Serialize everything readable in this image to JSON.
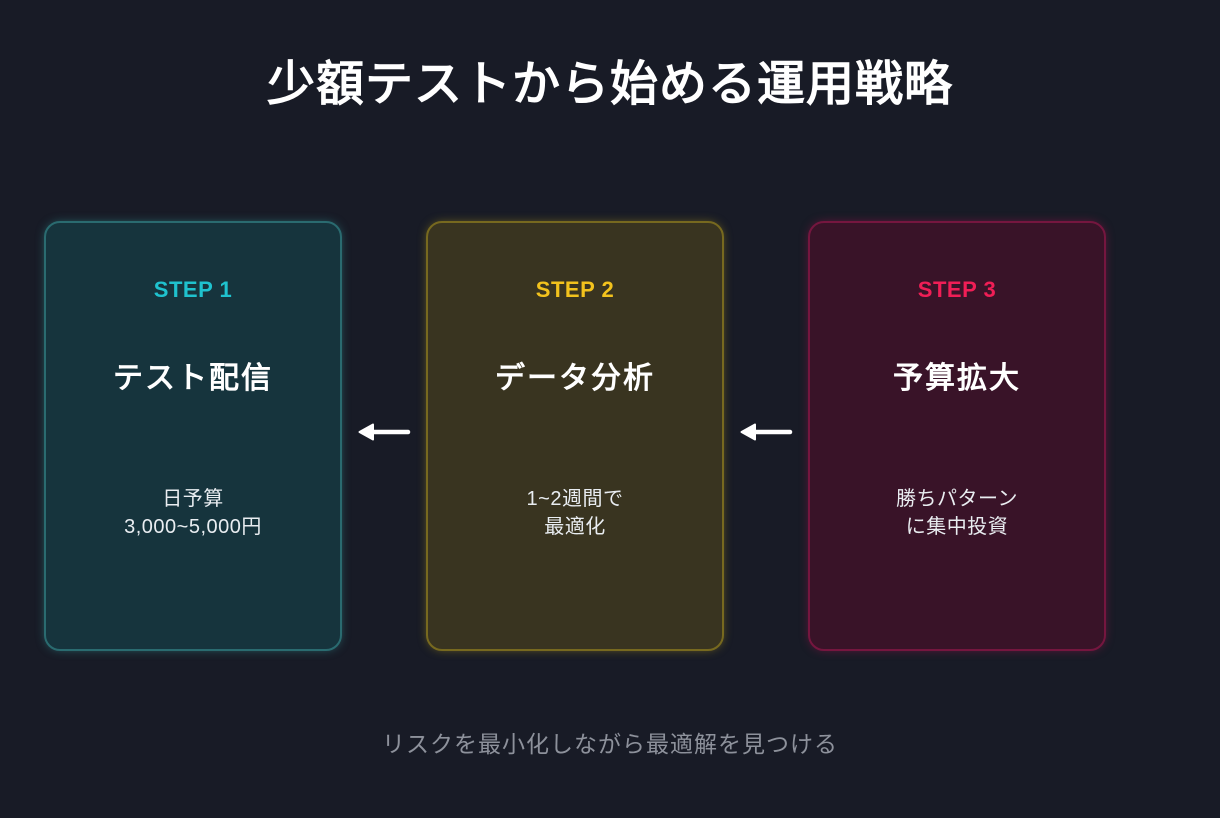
{
  "page": {
    "background": "#181b26",
    "title": "少額テストから始める運用戦略",
    "caption": "リスクを最小化しながら最適解を見つける"
  },
  "arrow": {
    "direction": "left",
    "color": "#ffffff"
  },
  "steps": [
    {
      "label": "STEP 1",
      "title": "テスト配信",
      "description": "日予算\n3,000~5,000円",
      "accent": "#1fc2ce",
      "card_bg": "#16343d",
      "border_color": "#2a6b70"
    },
    {
      "label": "STEP 2",
      "title": "データ分析",
      "description": "1~2週間で\n最適化",
      "accent": "#f2c21d",
      "card_bg": "#393420",
      "border_color": "#77691f"
    },
    {
      "label": "STEP 3",
      "title": "予算拡大",
      "description": "勝ちパターン\nに集中投資",
      "accent": "#f01e56",
      "card_bg": "#391328",
      "border_color": "#75163f"
    }
  ]
}
